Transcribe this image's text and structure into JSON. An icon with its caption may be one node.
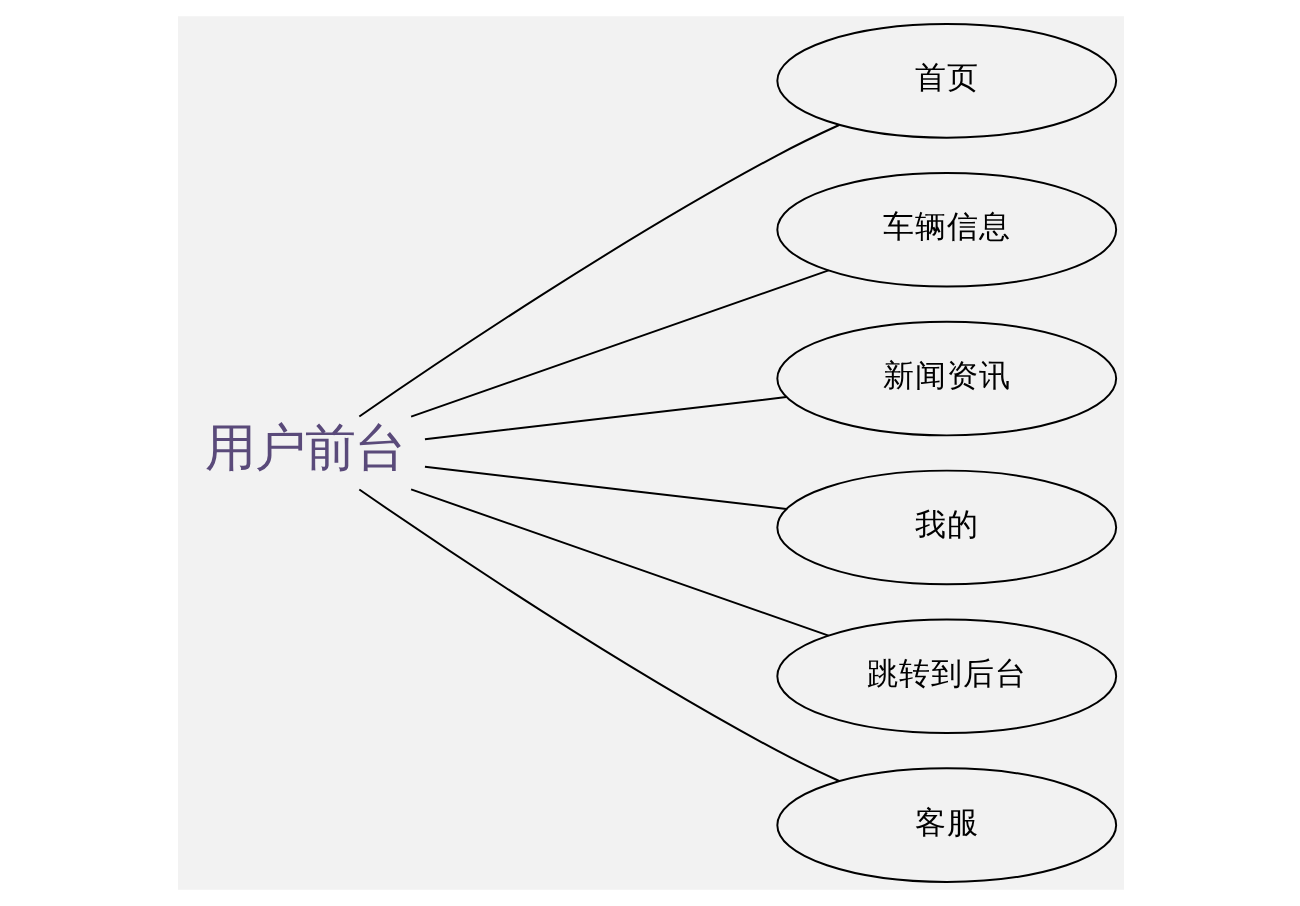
{
  "diagram": {
    "nodes": [
      {
        "text": [
          "用户前台"
        ]
      },
      {
        "text": [
          "首页"
        ]
      },
      {
        "text": [
          "车辆信息"
        ]
      },
      {
        "text": [
          "新闻资讯"
        ]
      },
      {
        "text": [
          "我的"
        ]
      },
      {
        "text": [
          "跳转到后台"
        ]
      },
      {
        "text": [
          "客服"
        ]
      }
    ],
    "edges": [
      {
        "from": 0,
        "to": 1,
        "arrow": "none"
      },
      {
        "from": 0,
        "to": 2,
        "arrow": "none"
      },
      {
        "from": 0,
        "to": 3,
        "arrow": "none"
      },
      {
        "from": 0,
        "to": 4,
        "arrow": "none"
      },
      {
        "from": 0,
        "to": 5,
        "arrow": "none"
      },
      {
        "from": 0,
        "to": 6,
        "arrow": "none"
      }
    ]
  }
}
